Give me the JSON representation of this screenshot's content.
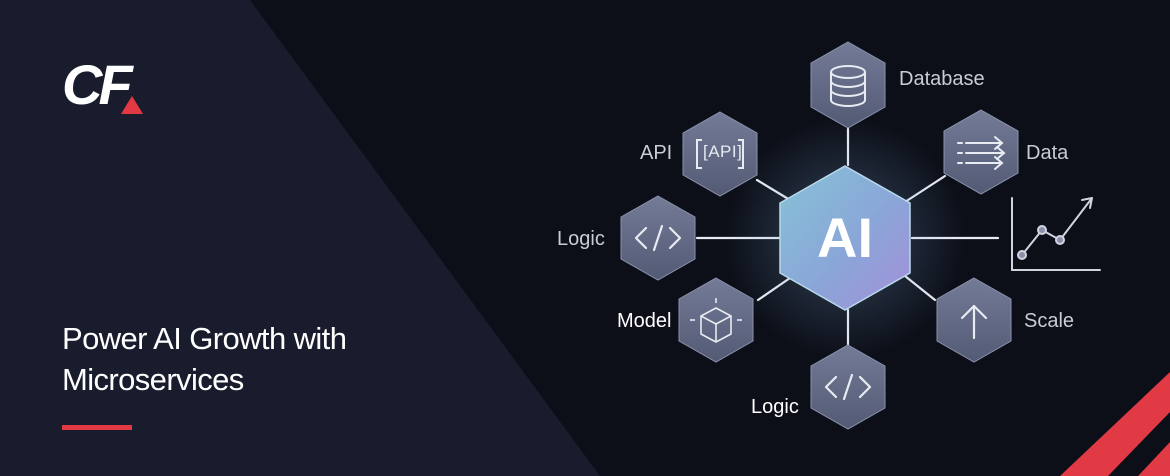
{
  "brand": {
    "logo_text": "CF",
    "accent_color": "#e23a45"
  },
  "headline": {
    "line1": "Power AI Growth with",
    "line2": "Microservices"
  },
  "diagram": {
    "center": "AI",
    "nodes": {
      "database": {
        "label": "Database",
        "icon": "database-icon"
      },
      "api": {
        "label": "API",
        "icon_text": "[API]",
        "icon": "api-brackets-icon"
      },
      "data": {
        "label": "Data",
        "icon": "data-flow-arrows-icon"
      },
      "logic_left": {
        "label": "Logic",
        "icon": "code-brackets-icon"
      },
      "growth": {
        "icon": "growth-chart-icon"
      },
      "model": {
        "label": "Model",
        "icon": "cube-model-icon"
      },
      "scale": {
        "label": "Scale",
        "icon": "arrow-up-icon"
      },
      "logic_bottom": {
        "label": "Logic",
        "icon": "code-brackets-icon"
      }
    }
  },
  "colors": {
    "background": "#0c0f18",
    "panel": "#181c2c",
    "hex_node": "#5e6682",
    "hex_center_start": "#7fb4cf",
    "hex_center_end": "#9a8fd6",
    "connector": "#e8ebf2",
    "label_text": "#c8ccd6"
  }
}
